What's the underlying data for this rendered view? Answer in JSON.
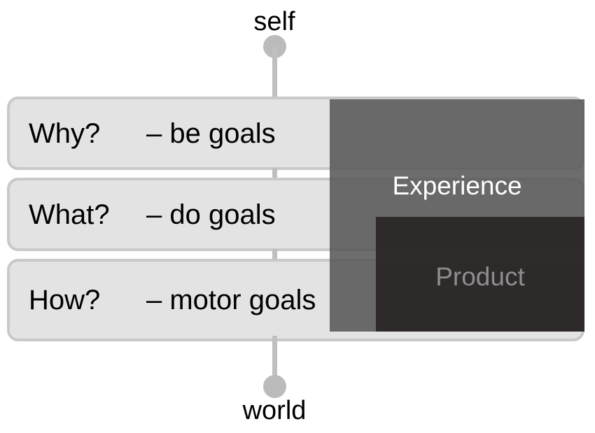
{
  "diagram": {
    "title_top": "self",
    "title_bottom": "world",
    "axis": {
      "top_label": "self",
      "bottom_label": "world",
      "dot_color": "#BBBBBB",
      "line_color": "#BFBFBF"
    },
    "rows": [
      {
        "question": "Why?",
        "dash": "– be goals"
      },
      {
        "question": "What?",
        "dash": "– do goals"
      },
      {
        "question": "How?",
        "dash": "– motor goals"
      }
    ],
    "overlays": [
      {
        "label": "Experience",
        "color": "#6B6B6B",
        "text_color": "#FFFFFF"
      },
      {
        "label": "Product",
        "color": "#3D3A3A",
        "text_color": "#8E8E8E"
      }
    ],
    "row_style": {
      "fill": "#E3E3E3",
      "border": "#C9C9C9"
    }
  }
}
